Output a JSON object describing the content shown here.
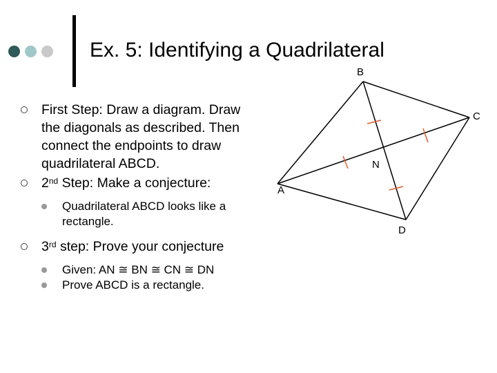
{
  "title": "Ex. 5:  Identifying a Quadrilateral",
  "bullets": {
    "first": "First Step:  Draw a diagram. Draw the diagonals as described.  Then connect the endpoints to draw quadrilateral ABCD.",
    "second_num": "2",
    "second_sup": "nd",
    "second_text": " Step:  Make a conjecture:",
    "second_sub": "Quadrilateral ABCD looks like a rectangle.",
    "third_num": "3",
    "third_sup": "rd",
    "third_text": " step:  Prove your conjecture",
    "third_sub1": "Given: AN ≅ BN ≅ CN ≅ DN",
    "third_sub2": "Prove ABCD is a rectangle."
  },
  "diagram_labels": {
    "a": "A",
    "b": "B",
    "c": "C",
    "d": "D",
    "n": "N"
  }
}
